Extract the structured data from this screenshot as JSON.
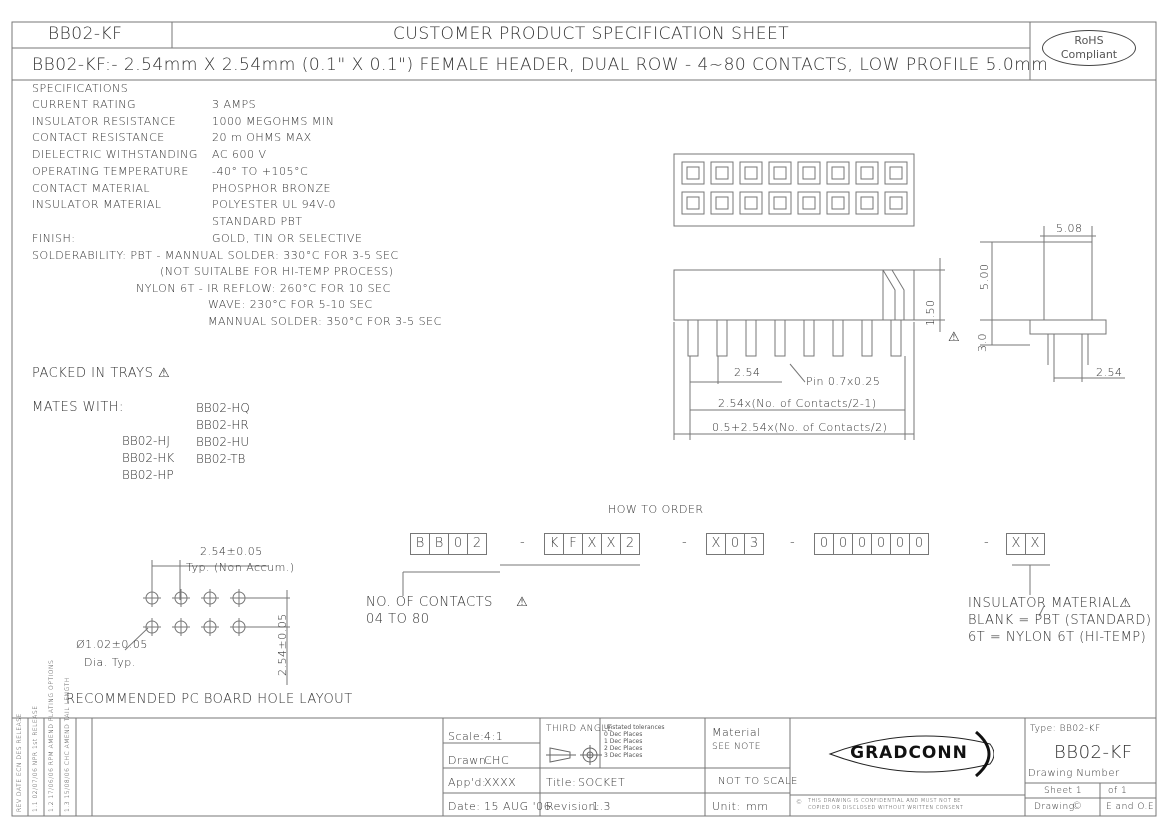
{
  "header": {
    "part_left": "BB02-KF",
    "sheet_title": "CUSTOMER PRODUCT SPECIFICATION SHEET",
    "description": "BB02-KF:- 2.54mm X 2.54mm (0.1\"  X 0.1\") FEMALE HEADER, DUAL ROW  -  4~80 CONTACTS,  LOW PROFILE 5.0mm",
    "rohs_line1": "RoHS",
    "rohs_line2": "Compliant"
  },
  "specs": {
    "heading": "SPECIFICATIONS",
    "rows": [
      {
        "label": "CURRENT RATING",
        "value": "3 AMPS"
      },
      {
        "label": "INSULATOR RESISTANCE",
        "value": "1000 MEGOHMS MIN"
      },
      {
        "label": "CONTACT RESISTANCE",
        "value": "20 m OHMS MAX"
      },
      {
        "label": "DIELECTRIC WITHSTANDING",
        "value": "AC 600 V"
      },
      {
        "label": "OPERATING TEMPERATURE",
        "value": "-40° TO +105°C"
      },
      {
        "label": "CONTACT MATERIAL",
        "value": "PHOSPHOR BRONZE"
      },
      {
        "label": "INSULATOR MATERIAL",
        "value": "POLYESTER UL 94V-0"
      },
      {
        "label": "",
        "value": "STANDARD   PBT"
      },
      {
        "label": "FINISH:",
        "value": "GOLD, TIN OR SELECTIVE"
      }
    ],
    "solder_1": "SOLDERABILITY:  PBT - MANNUAL SOLDER: 330°C FOR 3-5 SEC",
    "solder_2": "(NOT SUITALBE FOR HI-TEMP PROCESS)",
    "solder_3": "NYLON 6T - IR REFLOW: 260°C FOR 10 SEC",
    "solder_4": "WAVE: 230°C FOR 5-10 SEC",
    "solder_5": "MANNUAL SOLDER: 350°C FOR 3-5 SEC"
  },
  "packed": "PACKED IN TRAYS",
  "mates": {
    "label": "MATES WITH:",
    "col1": [
      "BB02-HJ",
      "BB02-HK",
      "BB02-HP"
    ],
    "col2": [
      "BB02-HQ",
      "BB02-HR",
      "BB02-HU",
      "BB02-TB"
    ]
  },
  "drawing": {
    "dim_508": "5.08",
    "dim_500": "5.00",
    "dim_150": "1.50",
    "dim_30": "3.0",
    "dim_254a": "2.54",
    "dim_254b": "2.54",
    "pin": "Pin 0.7x0.25",
    "formula1": "2.54x(No. of Contacts/2-1)",
    "formula2": "0.5+2.54x(No. of Contacts/2)"
  },
  "order": {
    "heading": "HOW TO ORDER",
    "g1": [
      "B",
      "B",
      "0",
      "2"
    ],
    "g2": [
      "K",
      "F",
      "X",
      "X",
      "2"
    ],
    "g3": [
      "X",
      "0",
      "3"
    ],
    "g4": [
      "0",
      "0",
      "0",
      "0",
      "0",
      "0"
    ],
    "g5": [
      "X",
      "X"
    ],
    "dash": "-",
    "contacts_1": "NO. OF CONTACTS",
    "contacts_2": "04 TO 80",
    "insul_1": "INSULATOR MATERIAL",
    "insul_2": "BLANK = PBT (STANDARD)",
    "insul_3": "6T = NYLON 6T (HI-TEMP)"
  },
  "pcb": {
    "dim_top": "2.54±0.05",
    "typ": "Typ. (Non Accum.)",
    "hole": "Ø1.02±0.05",
    "dia": "Dia. Typ.",
    "dim_side": "2.54±0.05",
    "caption": "RECOMMENDED PC BOARD HOLE LAYOUT"
  },
  "titleblock": {
    "scale_label": "Scale:",
    "scale": "4:1",
    "drawn_label": "Drawn:",
    "drawn": "CHC",
    "appd_label": "App'd:",
    "appd": "XXXX",
    "date_label": "Date:",
    "date": "15 AUG '06",
    "projection": "THIRD ANGLE",
    "tol_1": "Unstated     tolerances",
    "tol_2": "0 Dec Places",
    "tol_3": "1 Dec Places",
    "tol_4": "2 Dec Places",
    "tol_5": "3 Dec Places",
    "title_label": "Title:",
    "title": "SOCKET",
    "revision_label": "Revision:",
    "revision": "1.3",
    "material_label": "Material",
    "material": "SEE NOTE",
    "not_to_scale": "NOT TO SCALE",
    "unit_label": "Unit:",
    "unit": "mm",
    "logo": "GRADCONN",
    "confidential_1": "THIS DRAWING IS CONFIDENTIAL AND MUST NOT BE",
    "confidential_2": "COPIED OR DISCLOSED WITHOUT WRITTEN CONSENT",
    "type_label": "Type: BB02-KF",
    "part": "BB02-KF",
    "drawing_number": "Drawing Number",
    "sheet": "Sheet  1",
    "of": "of  1",
    "drawing_label": "Drawing",
    "e_and_oe": "E and O.E"
  },
  "revisions": [
    "REV  DATE  ECN  DES  RELEASE",
    "1.1  02/07/06  NPR  1st RELEASE",
    "1.2  17/06/06  RPM  AMEND PLATING OPTIONS",
    "1.3  15/08/06  CHC  AMEND TAIL LENGTH"
  ]
}
